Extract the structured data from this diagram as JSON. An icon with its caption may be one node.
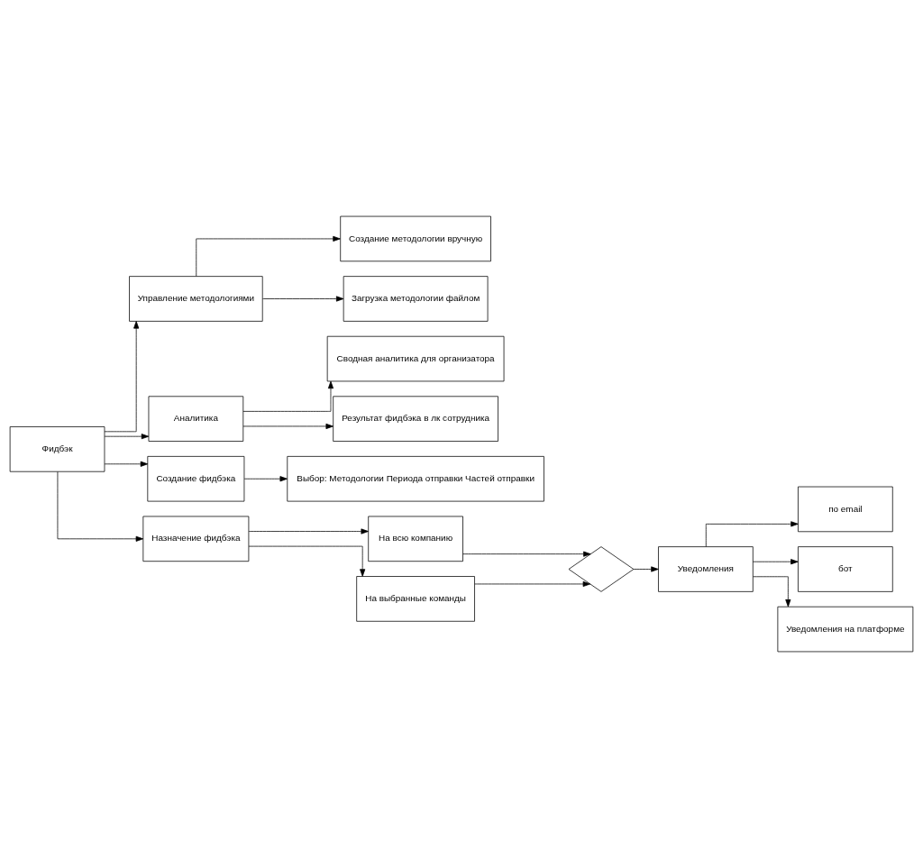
{
  "diagram": {
    "nodes": [
      {
        "text": [
          "Фидбэк"
        ]
      },
      {
        "text": [
          "Управление методологиями"
        ]
      },
      {
        "text": [
          "Создание методологии вручную"
        ]
      },
      {
        "text": [
          "Загрузка методологии файлом"
        ]
      },
      {
        "text": [
          "Аналитика"
        ]
      },
      {
        "text": [
          "Сводная аналитика для организатора"
        ]
      },
      {
        "text": [
          "Результат фидбэка в лк сотрудника"
        ]
      },
      {
        "text": [
          "Создание фидбэка"
        ]
      },
      {
        "text": [
          "Выбор: Методологии Периода отправки Частей отправки"
        ]
      },
      {
        "text": [
          "Назначение фидбэка"
        ]
      },
      {
        "text": [
          "На всю компанию"
        ]
      },
      {
        "text": [
          "На выбранные команды"
        ]
      },
      {
        "text": [],
        "shape": "diamond"
      },
      {
        "text": [
          "Уведомления"
        ]
      },
      {
        "text": [
          "по email"
        ]
      },
      {
        "text": [
          "бот"
        ]
      },
      {
        "text": [
          "Уведомления на платформе"
        ]
      }
    ],
    "edges": [
      {
        "from": 0,
        "to": 1,
        "arrow": "to"
      },
      {
        "from": 0,
        "to": 4,
        "arrow": "to"
      },
      {
        "from": 0,
        "to": 7,
        "arrow": "to"
      },
      {
        "from": 0,
        "to": 9,
        "arrow": "to"
      },
      {
        "from": 1,
        "to": 2,
        "arrow": "to"
      },
      {
        "from": 1,
        "to": 3,
        "arrow": "to"
      },
      {
        "from": 4,
        "to": 5,
        "arrow": "to"
      },
      {
        "from": 4,
        "to": 6,
        "arrow": "to"
      },
      {
        "from": 7,
        "to": 8,
        "arrow": "to"
      },
      {
        "from": 9,
        "to": 10,
        "arrow": "to"
      },
      {
        "from": 9,
        "to": 11,
        "arrow": "to"
      },
      {
        "from": 10,
        "to": 12,
        "arrow": "to"
      },
      {
        "from": 11,
        "to": 12,
        "arrow": "to"
      },
      {
        "from": 12,
        "to": 13,
        "arrow": "to"
      },
      {
        "from": 13,
        "to": 14,
        "arrow": "to"
      },
      {
        "from": 13,
        "to": 15,
        "arrow": "to"
      },
      {
        "from": 13,
        "to": 16,
        "arrow": "to"
      }
    ]
  }
}
